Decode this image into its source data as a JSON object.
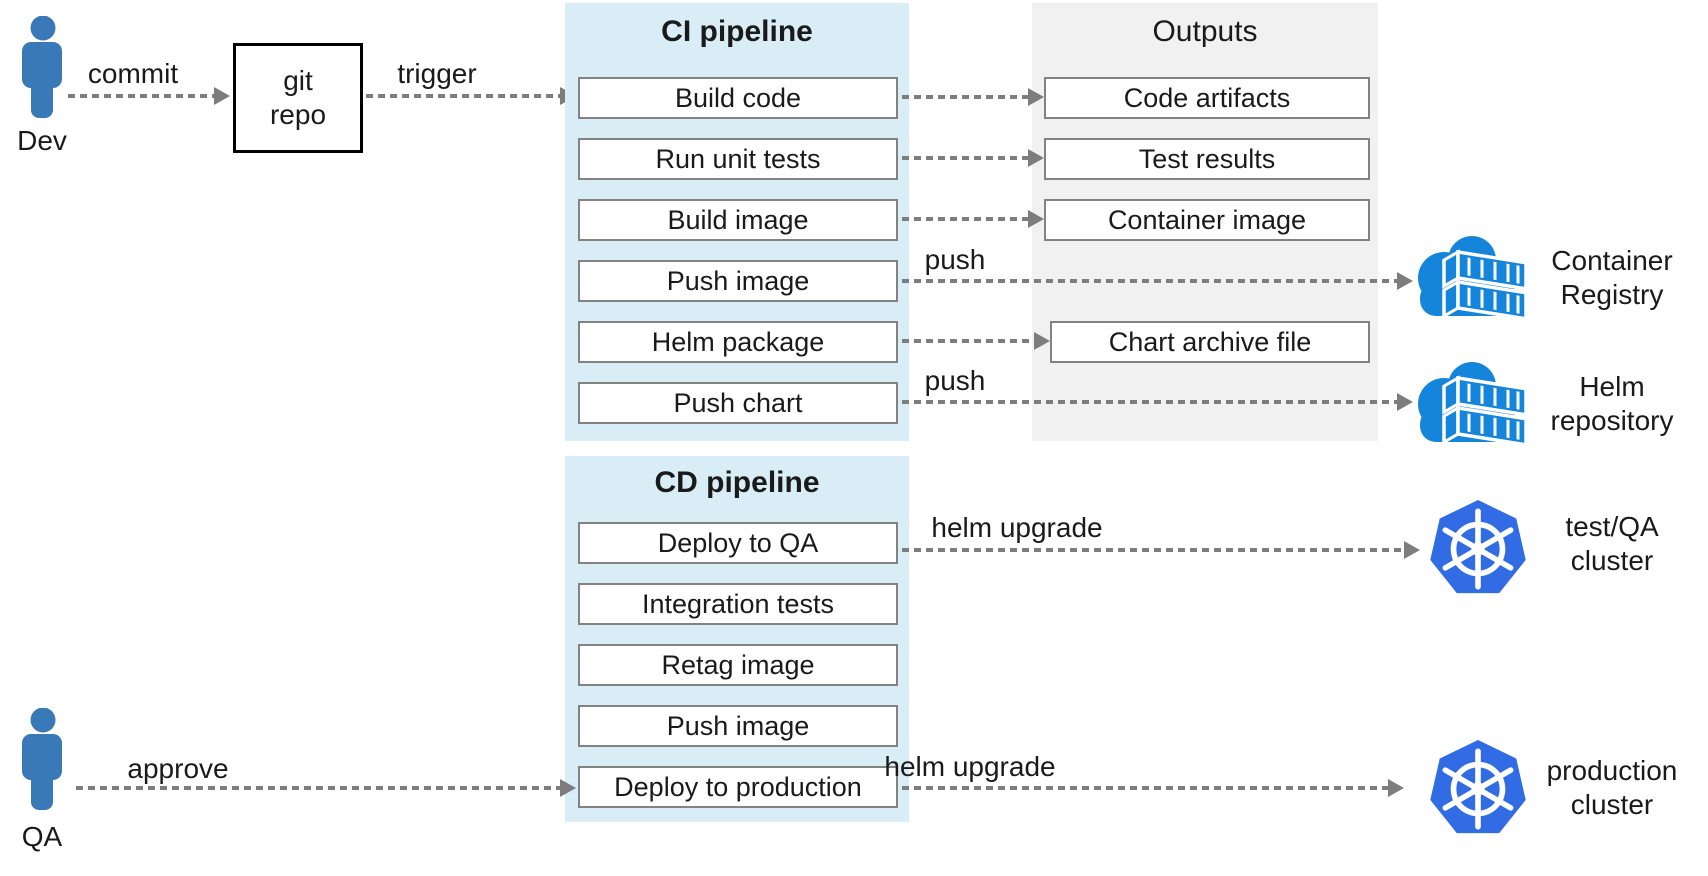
{
  "diagram": {
    "actors": {
      "dev": "Dev",
      "qa": "QA"
    },
    "git_repo": {
      "line1": "git",
      "line2": "repo"
    },
    "edge_labels": {
      "commit": "commit",
      "trigger": "trigger",
      "push_image": "push",
      "push_chart": "push",
      "helm_upgrade_qa": "helm upgrade",
      "helm_upgrade_prod": "helm upgrade",
      "approve": "approve"
    },
    "ci": {
      "title": "CI pipeline",
      "steps": [
        "Build code",
        "Run unit tests",
        "Build image",
        "Push image",
        "Helm package",
        "Push chart"
      ]
    },
    "outputs": {
      "title": "Outputs",
      "items": [
        "Code artifacts",
        "Test results",
        "Container image",
        "Chart archive file"
      ]
    },
    "cd": {
      "title": "CD pipeline",
      "steps": [
        "Deploy to QA",
        "Integration tests",
        "Retag image",
        "Push image",
        "Deploy to production"
      ]
    },
    "targets": {
      "container_registry": {
        "line1": "Container",
        "line2": "Registry"
      },
      "helm_repository": {
        "line1": "Helm",
        "line2": "repository"
      },
      "qa_cluster": {
        "line1": "test/QA",
        "line2": "cluster"
      },
      "production_cluster": {
        "line1": "production",
        "line2": "cluster"
      }
    },
    "colors": {
      "pipeline_bg": "#d9edf6",
      "outputs_bg": "#f1f1f1",
      "box_border": "#828282",
      "arrow_gray": "#7d7d7d",
      "person_blue": "#3a79b8",
      "cloud_blue": "#1585db",
      "kubernetes_blue": "#326CE5"
    }
  }
}
